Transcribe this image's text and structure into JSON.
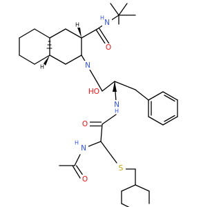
{
  "structure": {
    "atom_labels": {
      "amide_nh_tbu": "N",
      "amide_nh_tbu_h": "H",
      "amide_o_top": "O",
      "ring_n": "N",
      "hydroxyl": "HO",
      "amide_nh_mid": "N",
      "amide_nh_mid_h": "H",
      "amide_o_mid": "O",
      "amide_nh_acetyl": "N",
      "amide_nh_acetyl_h": "H",
      "amide_o_acetyl": "O",
      "thioether_s": "S"
    },
    "stereo_labels": {
      "h_ring_top": "H",
      "h_ring_bottom": "H"
    },
    "colors": {
      "nitrogen": "#3050F8",
      "oxygen": "#FF0D0D",
      "sulfur": "#C8A200",
      "bond": "#000000"
    }
  }
}
